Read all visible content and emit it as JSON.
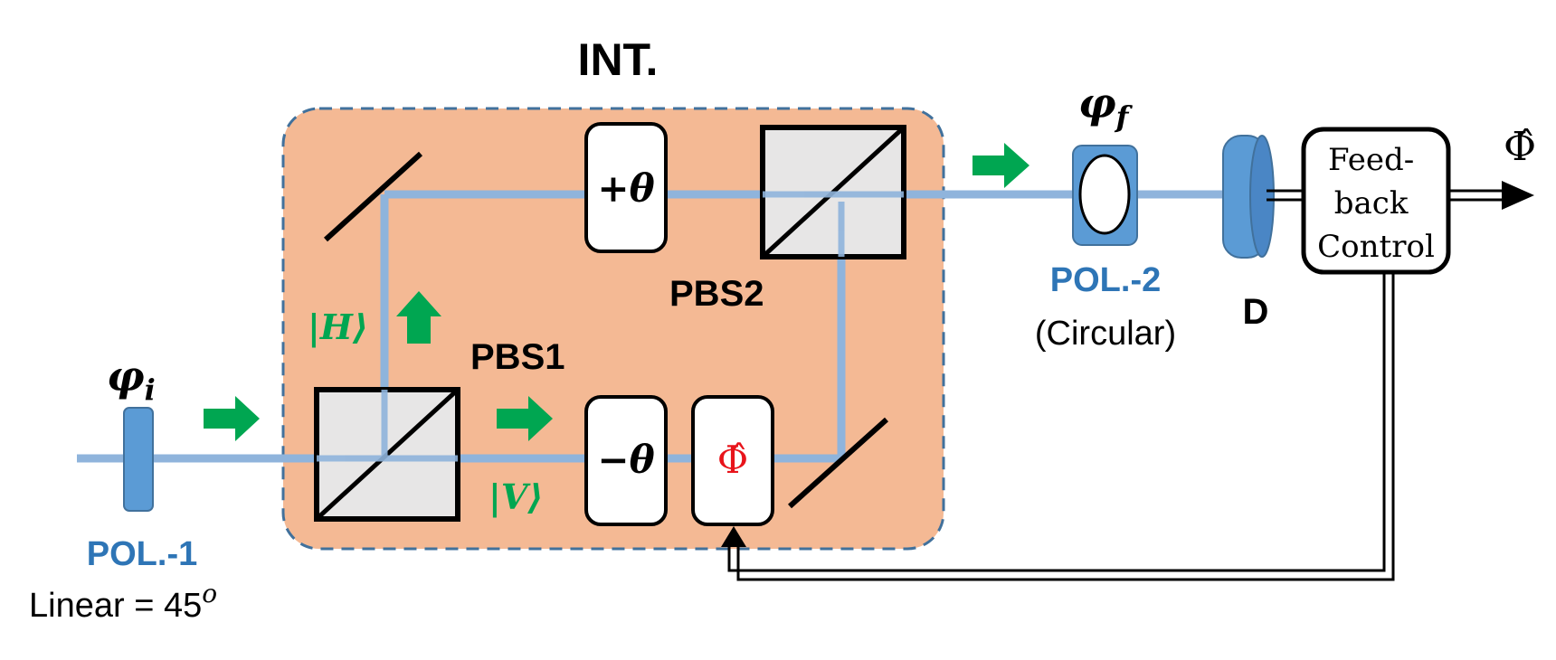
{
  "interferometer": {
    "label": "INT."
  },
  "colors": {
    "box_fill": "#F4B994",
    "box_border": "#41719C",
    "beam": "#8FB4DC",
    "arrow": "#00A651",
    "pol_blue": "#5B9BD5",
    "label_blue": "#2E75B6",
    "phi_red": "#E8141B",
    "stroke": "#000000",
    "pbs_fill": "#E7E6E6"
  },
  "pol1": {
    "label": "POL.-1",
    "desc": "Linear = 45",
    "desc_sup": "o",
    "phase_sym": "φ",
    "phase_sub": "i"
  },
  "pol2": {
    "label": "POL.-2",
    "desc": "(Circular)",
    "phase_sym": "φ",
    "phase_sub": "f"
  },
  "pbs1": {
    "label": "PBS1"
  },
  "pbs2": {
    "label": "PBS2"
  },
  "plates": {
    "plus": "+θ",
    "minus": "−θ"
  },
  "phase_shifter": {
    "symbol": "Φ̂"
  },
  "states": {
    "h": "|H⟩",
    "v": "|V⟩"
  },
  "detector": {
    "label": "D"
  },
  "feedback": {
    "line1": "Feed-",
    "line2": "back",
    "line3": "Control"
  },
  "output": {
    "symbol": "Φ̂"
  },
  "icons": [
    "beam-direction-arrow",
    "pbs-cube",
    "mirror",
    "polarizer",
    "detector-lens"
  ]
}
